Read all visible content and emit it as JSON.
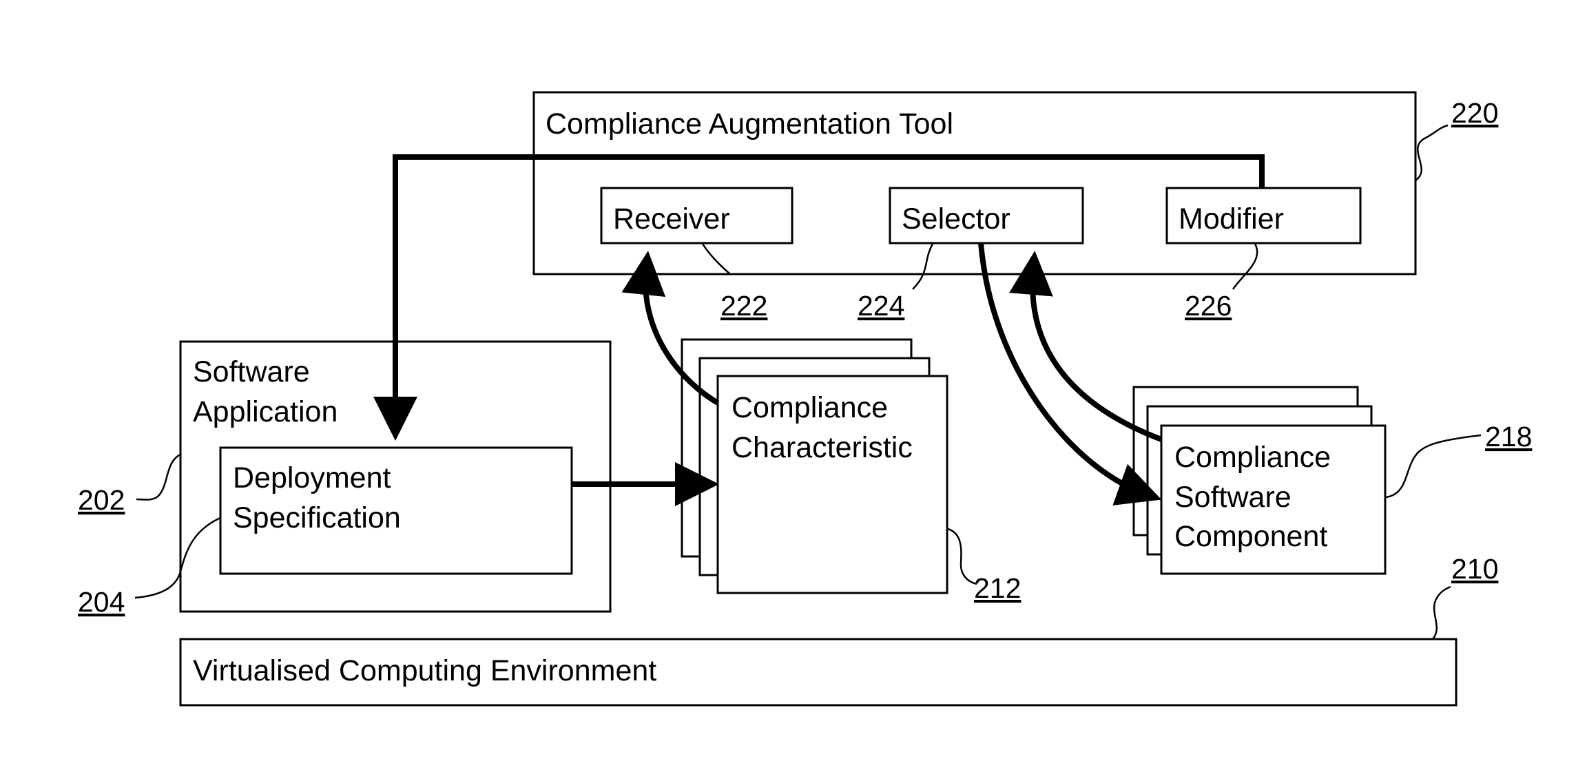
{
  "labels": {
    "tool": "Compliance Augmentation Tool",
    "receiver": "Receiver",
    "selector": "Selector",
    "modifier": "Modifier",
    "software_app_1": "Software",
    "software_app_2": "Application",
    "deploy_1": "Deployment",
    "deploy_2": "Specification",
    "char_1": "Compliance",
    "char_2": "Characteristic",
    "comp_1": "Compliance",
    "comp_2": "Software",
    "comp_3": "Component",
    "env": "Virtualised Computing Environment"
  },
  "refs": {
    "tool": "220",
    "receiver": "222",
    "selector": "224",
    "modifier": "226",
    "software_app": "202",
    "deploy": "204",
    "char": "212",
    "comp": "218",
    "env": "210"
  }
}
